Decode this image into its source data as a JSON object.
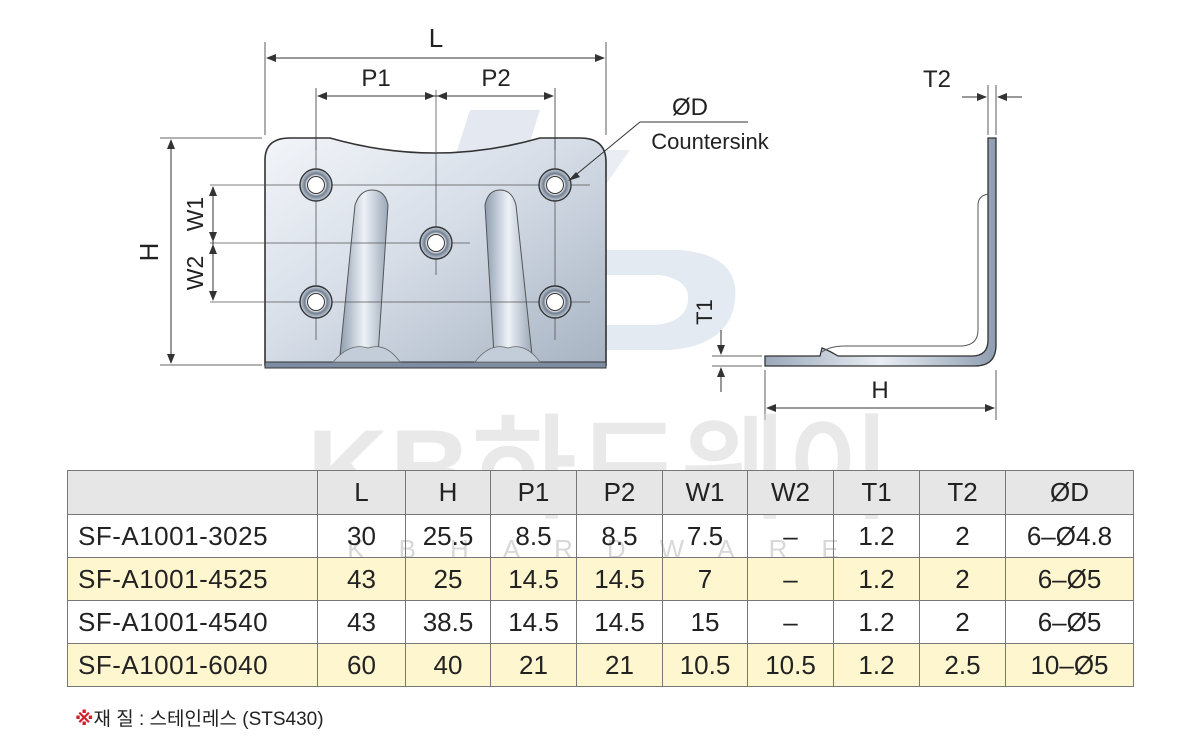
{
  "drawing": {
    "labels": {
      "L": "L",
      "P1": "P1",
      "P2": "P2",
      "H": "H",
      "W1": "W1",
      "W2": "W2",
      "OD": "ØD",
      "countersink": "Countersink",
      "T1": "T1",
      "T2": "T2",
      "H_side": "H"
    }
  },
  "colors": {
    "plate_light": "#dfe6ee",
    "plate_dark": "#8f9eb0",
    "outline": "#333333",
    "header_bg": "#e6e6e6",
    "row_highlight": "#fdf6cf",
    "note_mark": "#d0202a",
    "watermark": "#c8d4e6"
  },
  "watermark": {
    "main": "KB하드웨이",
    "sub": "KBHARDWARE"
  },
  "table": {
    "headers": [
      "",
      "L",
      "H",
      "P1",
      "P2",
      "W1",
      "W2",
      "T1",
      "T2",
      "ØD"
    ],
    "rows": [
      [
        "SF-A1001-3025",
        "30",
        "25.5",
        "8.5",
        "8.5",
        "7.5",
        "–",
        "1.2",
        "2",
        "6–Ø4.8"
      ],
      [
        "SF-A1001-4525",
        "43",
        "25",
        "14.5",
        "14.5",
        "7",
        "–",
        "1.2",
        "2",
        "6–Ø5"
      ],
      [
        "SF-A1001-4540",
        "43",
        "38.5",
        "14.5",
        "14.5",
        "15",
        "–",
        "1.2",
        "2",
        "6–Ø5"
      ],
      [
        "SF-A1001-6040",
        "60",
        "40",
        "21",
        "21",
        "10.5",
        "10.5",
        "1.2",
        "2.5",
        "10–Ø5"
      ]
    ],
    "highlighted_rows": [
      1,
      3
    ]
  },
  "note": {
    "mark": "※",
    "text": "재  질 : 스테인레스 (STS430)"
  }
}
